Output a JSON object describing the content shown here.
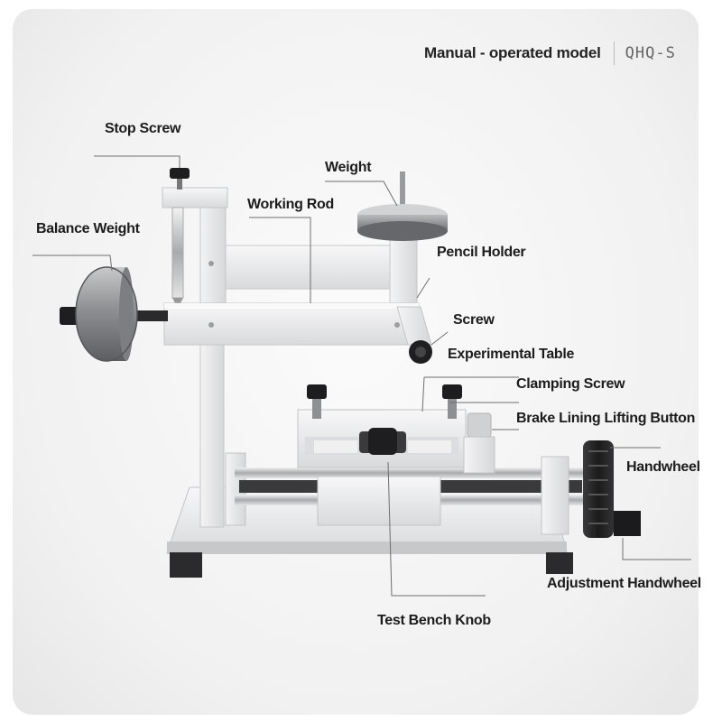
{
  "header": {
    "model_text": "Manual - operated model",
    "model_code": "QHQ-S"
  },
  "labels": {
    "stop_screw": "Stop Screw",
    "weight": "Weight",
    "working_rod": "Working Rod",
    "balance_weight": "Balance Weight",
    "pencil_holder": "Pencil Holder",
    "screw": "Screw",
    "experimental_table": "Experimental Table",
    "clamping_screw": "Clamping Screw",
    "brake_lining_lifting_button": "Brake Lining Lifting Button",
    "handwheel": "Handwheel",
    "adjustment_handwheel": "Adjustment Handwheel",
    "test_bench_knob": "Test Bench Knob"
  },
  "colors": {
    "aluminum": "#e9e9ea",
    "aluminum_shade": "#cfd0d2",
    "dark_metal": "#2a2a2c",
    "steel": "#a9abae",
    "leader_line": "#6e6e6e"
  }
}
